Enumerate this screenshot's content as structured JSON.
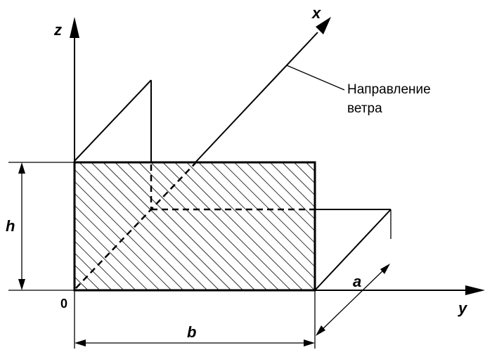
{
  "labels": {
    "z_axis": "z",
    "x_axis": "x",
    "y_axis": "y",
    "origin": "0",
    "height": "h",
    "width": "b",
    "depth": "a",
    "wind_line1": "Направление",
    "wind_line2": "ветра"
  }
}
